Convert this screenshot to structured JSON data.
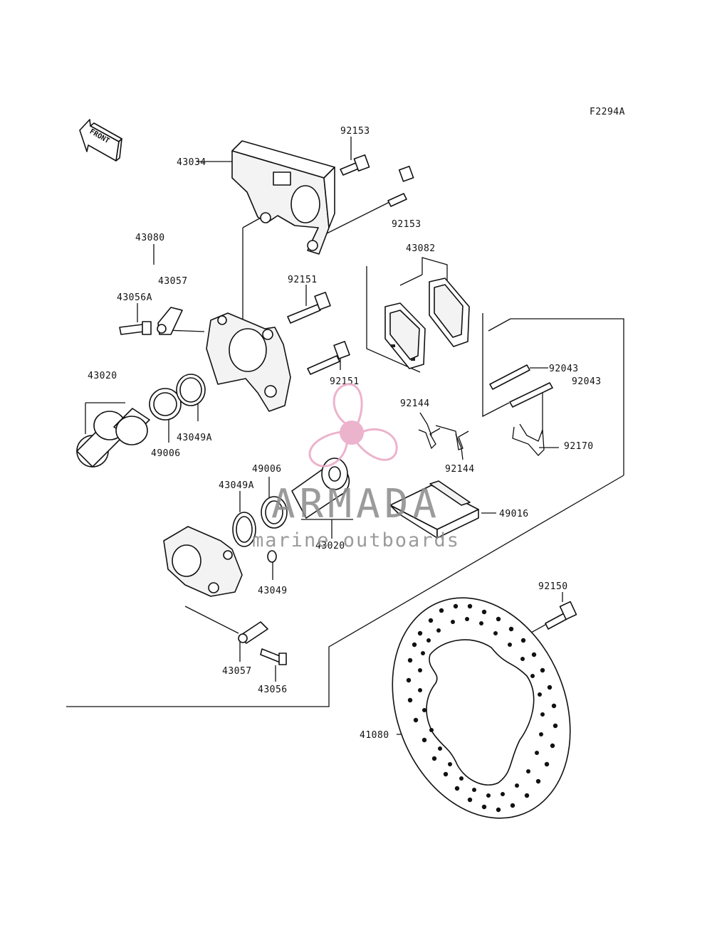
{
  "diagram": {
    "figure_code": "F2294A",
    "front_label": "FRONT",
    "labels": [
      {
        "id": "l-92153a",
        "text": "92153"
      },
      {
        "id": "l-43034",
        "text": "43034"
      },
      {
        "id": "l-92153b",
        "text": "92153"
      },
      {
        "id": "l-43080",
        "text": "43080"
      },
      {
        "id": "l-43057a",
        "text": "43057"
      },
      {
        "id": "l-43082",
        "text": "43082"
      },
      {
        "id": "l-92151a",
        "text": "92151"
      },
      {
        "id": "l-43056A",
        "text": "43056A"
      },
      {
        "id": "l-92151b",
        "text": "92151"
      },
      {
        "id": "l-92043a",
        "text": "92043"
      },
      {
        "id": "l-92043b",
        "text": "92043"
      },
      {
        "id": "l-43020a",
        "text": "43020"
      },
      {
        "id": "l-92144a",
        "text": "92144"
      },
      {
        "id": "l-49006a",
        "text": "49006"
      },
      {
        "id": "l-43049Aa",
        "text": "43049A"
      },
      {
        "id": "l-92170",
        "text": "92170"
      },
      {
        "id": "l-92144b",
        "text": "92144"
      },
      {
        "id": "l-49006b",
        "text": "49006"
      },
      {
        "id": "l-43049Ab",
        "text": "43049A"
      },
      {
        "id": "l-49016",
        "text": "49016"
      },
      {
        "id": "l-43020b",
        "text": "43020"
      },
      {
        "id": "l-43049",
        "text": "43049"
      },
      {
        "id": "l-92150",
        "text": "92150"
      },
      {
        "id": "l-43057b",
        "text": "43057"
      },
      {
        "id": "l-43056",
        "text": "43056"
      },
      {
        "id": "l-41080",
        "text": "41080"
      }
    ]
  },
  "watermark": {
    "brand": "ARMADA",
    "tagline": "marine outboards",
    "logo_color": "#e9a6c4",
    "text_color": "#8a8a8a"
  }
}
